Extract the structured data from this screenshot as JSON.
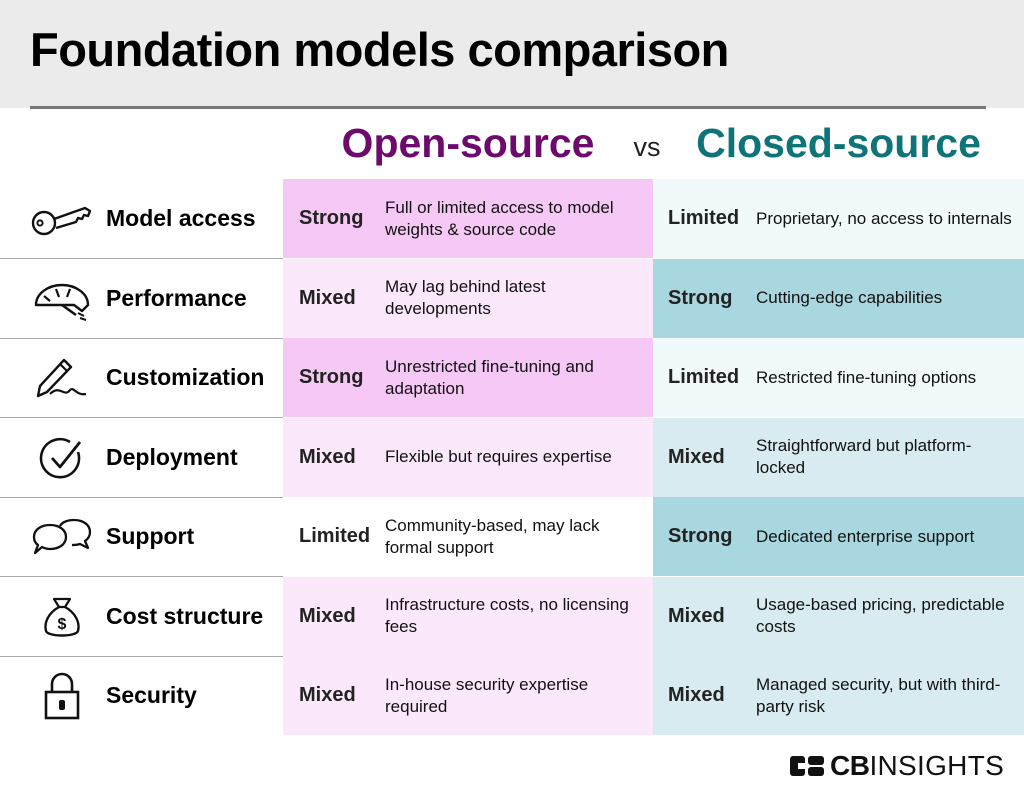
{
  "title": "Foundation models comparison",
  "columns": {
    "open": "Open-source",
    "vs": "vs",
    "closed": "Closed-source"
  },
  "colors": {
    "open_heading": "#6e0a6e",
    "closed_heading": "#0f7478",
    "open_strong": "#f6c8f6",
    "open_weak": "#fbe8fb",
    "closed_strong": "#a9d7df",
    "closed_mixed": "#d8ebf0",
    "closed_limited": "#f2f9fa"
  },
  "rows": [
    {
      "label": "Model access",
      "icon": "key-icon",
      "open": {
        "rating": "Strong",
        "desc": "Full or limited access to model weights & source code",
        "shade": "strong"
      },
      "closed": {
        "rating": "Limited",
        "desc": "Proprietary, no access to internals",
        "shade": "limited"
      }
    },
    {
      "label": "Performance",
      "icon": "speedometer-icon",
      "open": {
        "rating": "Mixed",
        "desc": "May lag behind latest developments",
        "shade": "weak"
      },
      "closed": {
        "rating": "Strong",
        "desc": "Cutting-edge capabilities",
        "shade": "strong"
      }
    },
    {
      "label": "Customization",
      "icon": "pencil-icon",
      "open": {
        "rating": "Strong",
        "desc": "Unrestricted fine-tuning and adaptation",
        "shade": "strong"
      },
      "closed": {
        "rating": "Limited",
        "desc": "Restricted fine-tuning options",
        "shade": "limited"
      }
    },
    {
      "label": "Deployment",
      "icon": "check-circle-icon",
      "open": {
        "rating": "Mixed",
        "desc": "Flexible but requires expertise",
        "shade": "weak"
      },
      "closed": {
        "rating": "Mixed",
        "desc": "Straightforward but platform-locked",
        "shade": "mixed"
      }
    },
    {
      "label": "Support",
      "icon": "chat-bubbles-icon",
      "open": {
        "rating": "Limited",
        "desc": "Community-based, may lack formal support",
        "shade": "limited"
      },
      "closed": {
        "rating": "Strong",
        "desc": "Dedicated enterprise support",
        "shade": "strong"
      }
    },
    {
      "label": "Cost structure",
      "icon": "money-bag-icon",
      "open": {
        "rating": "Mixed",
        "desc": "Infrastructure costs, no licensing fees",
        "shade": "weak"
      },
      "closed": {
        "rating": "Mixed",
        "desc": "Usage-based pricing, predictable costs",
        "shade": "mixed"
      }
    },
    {
      "label": "Security",
      "icon": "padlock-icon",
      "open": {
        "rating": "Mixed",
        "desc": "In-house security expertise required",
        "shade": "weak"
      },
      "closed": {
        "rating": "Mixed",
        "desc": "Managed security, but with third-party risk",
        "shade": "mixed"
      }
    }
  ],
  "logo": {
    "cb": "CB",
    "insights": "INSIGHTS"
  }
}
